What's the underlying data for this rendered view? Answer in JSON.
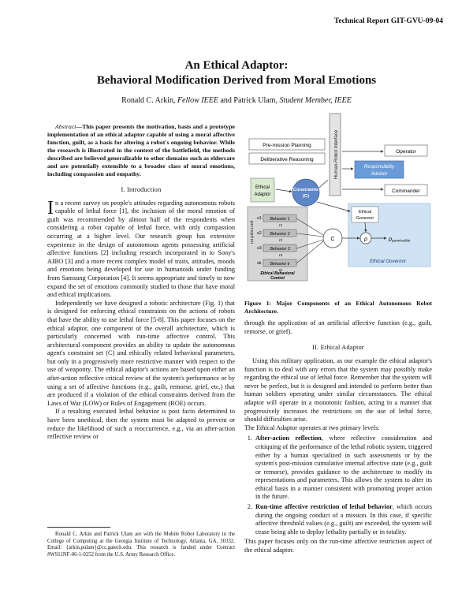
{
  "header": {
    "report_id": "Technical Report GIT-GVU-09-04"
  },
  "title": {
    "line1": "An Ethical Adaptor:",
    "line2": "Behavioral Modification Derived from Moral Emotions"
  },
  "authors": {
    "name1": "Ronald C. Arkin, ",
    "role1": "Fellow IEEE",
    "and": " and Patrick Ulam, ",
    "role2": "Student Member, IEEE"
  },
  "abstract": {
    "label": "Abstract",
    "text": "—This paper presents the motivation, basis and a prototype implementation of an ethical adaptor capable of using a moral affective function, guilt, as a basis for altering a robot's ongoing behavior. While the research is illustrated in the context of the battlefield, the methods described are believed generalizable to other domains such as eldercare and are potentially extensible to a broader class of moral emotions, including compassion and empathy."
  },
  "section1": {
    "heading": "I.   Introduction",
    "dropcap": "I",
    "p1": "n a recent survey on people's attitudes regarding autonomous robots capable of lethal force [1], the inclusion of the moral emotion of guilt was recommended by almost half of the respondents when considering a robot capable of lethal force, with only compassion occurring at a higher level. Our research group has extensive experience in the design of autonomous agents possessing artificial affective functions [2] including research incorporated in to Sony's AIBO [3] and a more recent complex model of traits, attitudes, moods and emotions being developed for use in humanoids under funding from Samsung Corporation [4]. It seems appropriate and timely to now expand the set of emotions commonly studied to those that have moral and ethical implications.",
    "p2": "Independently we have designed a robotic architecture (Fig. 1) that is designed for enforcing ethical constraints on the actions of robots that have the ability to use lethal force [5-8]. This paper focuses on the ethical adaptor, one component of the overall architecture, which is particularly concerned with run-time affective control. This architectural component provides an ability to update the autonomous agent's constraint set (C) and ethically related behavioral parameters, but only in a progressively more restrictive manner with respect to the use of weaponry. The ethical adaptor's actions are based upon either an after-action reflective critical review of the system's performance or by using a set of affective functions (e.g., guilt, remorse, grief, etc.) that are produced if a violation of the ethical constraints derived from the Laws of War (LOW) or Rules of Engagement (ROE) occurs.",
    "p3": "If a resulting executed lethal behavior is post facto determined to have been unethical, then the system must be adapted to prevent or reduce the likelihood of such a reoccurrence, e.g., via an after-action reflective review or"
  },
  "footnote": {
    "text": "Ronald C. Arkin and Patrick Ulam are with the Mobile Robot Laboratory in the College of Computing at the Georgia Institute of Technology, Atlanta, GA, 30332. Email: {arkin,pulam}@cc.gatech.edu. This research is funded under Contract #W911NF-06-1-0252 from the U.S. Army Research Office."
  },
  "figure": {
    "labels": {
      "hri": "Human-Robot Interface",
      "premission": "Pre-mission Planning",
      "deliberative": "Deliberative Reasoning",
      "operator": "Operator",
      "responsibility": "Responsibility Advisor",
      "commander": "Commander",
      "ethical_adaptor": "Ethical Adaptor",
      "constraints": "Constraints (C)",
      "ethical_governor": "Ethical Governor",
      "ethical_governor_region": "Ethical Governor",
      "perception": "perception",
      "b1": "Behavior 1",
      "b2": "Behavior 2",
      "b3": "Behavior 3",
      "bk": "Behavior k",
      "c_node": "C",
      "rho": "ρ",
      "rho_perm": "ρpermissible",
      "ebc": "Ethical Behavioral Control",
      "s1": "s1",
      "s2": "s2",
      "s3": "s3",
      "sk": "sk",
      "r1": "r1",
      "r2": "r2",
      "r3": "r3",
      "rk": "rk"
    },
    "caption": "Figure 1: Major Components of an Ethical Autonomous Robot Architecture."
  },
  "right_col": {
    "cont": "through the application of an artificial affective function (e.g., guilt, remorse, or grief).",
    "heading": "II.   Ethical Adaptor",
    "p1": "Using this military application, as our example the ethical adaptor's function is to deal with any errors that the system may possibly make regarding the ethical use of lethal force. Remember that the system will never be perfect, but it is designed and intended to perform better than human soldiers operating under similar circumstances. The ethical adaptor will operate in a monotonic fashion, acting in a manner that progressively increases the restrictions on the use of lethal force, should difficulties arise.",
    "p2": "The Ethical Adaptor operates at two primary levels:",
    "item1_head": "After-action reflection",
    "item1_text": ", where reflective consideration and critiquing of the performance of the lethal robotic system, triggered either by a human specialized in such assessments or by the system's post-mission cumulative internal affective state (e.g., guilt or remorse), provides guidance to the architecture to modify its representations and parameters. This allows the system to alter its ethical basis in a manner consistent with promoting proper action in the future.",
    "item2_head": "Run-time affective restriction of lethal behavior",
    "item2_text": ", which occurs during the ongoing conduct of a mission. In this case, if specific affective threshold values (e.g., guilt) are exceeded, the system will cease being able to deploy lethality partially or in totality.",
    "p3": "This paper focuses only on the run-time affective restriction aspect of the ethical adaptor."
  },
  "colors": {
    "gray_box": "#d6d6d6",
    "blue_region": "#cfe3f5",
    "advisor_blue": "#6a9bd8",
    "constraints_blue": "#5f87c8",
    "adaptor_green": "#d9ead0"
  }
}
